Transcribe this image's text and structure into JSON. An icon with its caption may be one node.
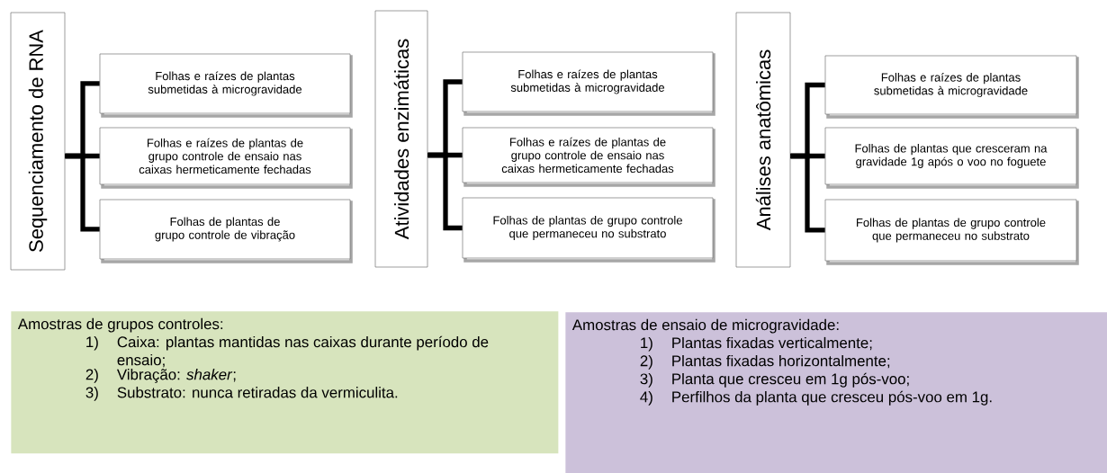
{
  "diagram": {
    "nodes": [
      {
        "text": [
          "Sequenciamento de RNA"
        ]
      },
      {
        "text": [
          "Folhas e raízes de plantas submetidas à microgravidade"
        ]
      },
      {
        "text": [
          "Folhas e raízes de plantas de grupo controle de ensaio nas caixas hermeticamente fechadas"
        ]
      },
      {
        "text": [
          "Folhas de plantas de grupo controle de vibração"
        ]
      },
      {
        "text": [
          "Atividades enzimáticas"
        ]
      },
      {
        "text": [
          "Folhas e raízes de plantas submetidas à microgravidade"
        ]
      },
      {
        "text": [
          "Folhas e raízes de plantas de grupo controle de ensaio nas caixas hermeticamente fechadas"
        ]
      },
      {
        "text": [
          "Folhas de plantas de grupo controle que permaneceu no substrato"
        ]
      },
      {
        "text": [
          "Análises anatômicas"
        ]
      },
      {
        "text": [
          "Folhas e raízes de plantas submetidas à microgravidade"
        ]
      },
      {
        "text": [
          "Folhas de plantas que cresceram na gravidade 1g após o voo no foguete"
        ]
      },
      {
        "text": [
          "Folhas de plantas de grupo controle que permaneceu no substrato"
        ]
      },
      {
        "text": [
          "Amostras de grupos controles:",
          "1)",
          "Caixa: plantas mantidas nas caixas durante período de ensaio;",
          "2)",
          "Vibração: *shaker*;",
          "3)",
          "Substrato: nunca retiradas da vermiculita."
        ]
      },
      {
        "text": [
          "Amostras de ensaio de microgravidade:",
          "1)",
          "Plantas fixadas verticalmente;",
          "2)",
          "Plantas fixadas horizontalmente;",
          "3)",
          "Planta que cresceu em 1g  pós-voo;",
          "4)",
          "Perfilhos da planta que cresceu pós-voo em 1g."
        ]
      }
    ],
    "edges": [
      {
        "from": 0,
        "to": 1,
        "arrow": "none"
      },
      {
        "from": 0,
        "to": 2,
        "arrow": "none"
      },
      {
        "from": 0,
        "to": 3,
        "arrow": "none"
      },
      {
        "from": 4,
        "to": 5,
        "arrow": "none"
      },
      {
        "from": 4,
        "to": 6,
        "arrow": "none"
      },
      {
        "from": 4,
        "to": 7,
        "arrow": "none"
      },
      {
        "from": 8,
        "to": 9,
        "arrow": "none"
      },
      {
        "from": 8,
        "to": 10,
        "arrow": "none"
      },
      {
        "from": 8,
        "to": 11,
        "arrow": "none"
      }
    ]
  }
}
